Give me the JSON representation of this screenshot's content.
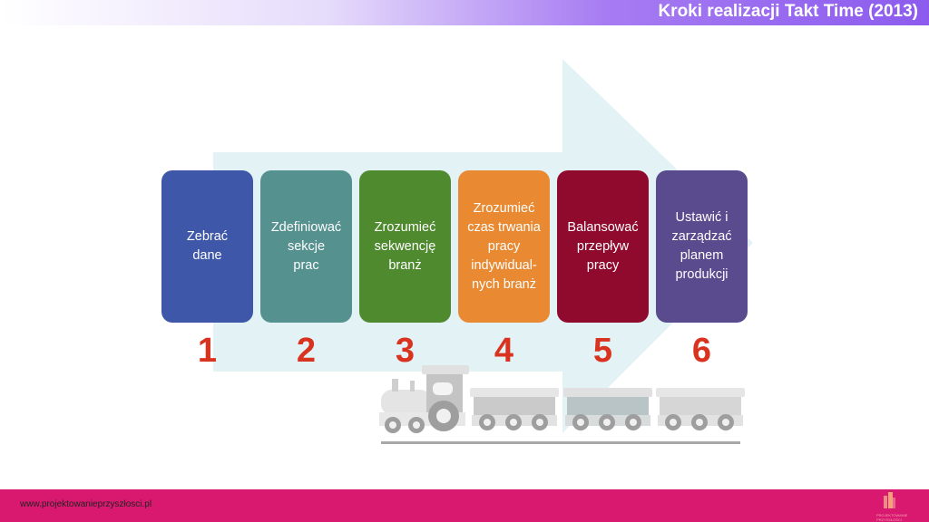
{
  "header": {
    "title": "Kroki realizacji Takt Time (2013)"
  },
  "steps": [
    {
      "label": "Zebrać\ndane",
      "number": "1",
      "color": "#3f57a8"
    },
    {
      "label": "Zdefiniować\nsekcje\nprac",
      "number": "2",
      "color": "#55918f"
    },
    {
      "label": "Zrozumieć\nsekwencję\nbranż",
      "number": "3",
      "color": "#4f8a2e"
    },
    {
      "label": "Zrozumieć\nczas trwania\npracy\nindywidual-\nnych branż",
      "number": "4",
      "color": "#e98a33"
    },
    {
      "label": "Balansować\nprzepływ\npracy",
      "number": "5",
      "color": "#8f0a2d"
    },
    {
      "label": "Ustawić i\nzarządzać\nplanem\nprodukcji",
      "number": "6",
      "color": "#5a4a8e"
    }
  ],
  "footer": {
    "url": "www.projektowanieprzyszłosci.pl",
    "logo_text": "PROJEKTOWANIE PRZYSZŁOŚCI"
  },
  "colors": {
    "accent": "#8c5bee",
    "footer": "#d9196f",
    "numbers": "#d9331f",
    "arrow": "#dff1f4"
  }
}
